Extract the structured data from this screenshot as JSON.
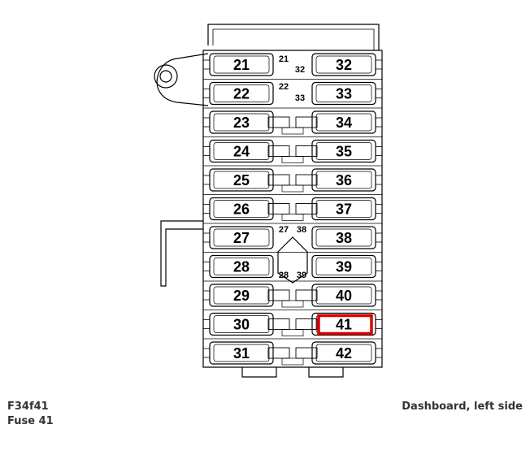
{
  "caption": {
    "code": "F34f41",
    "fuse_label": "Fuse 41",
    "location": "Dashboard, left side"
  },
  "fuses": {
    "left": [
      "21",
      "22",
      "23",
      "24",
      "25",
      "26",
      "27",
      "28",
      "29",
      "30",
      "31"
    ],
    "right": [
      "32",
      "33",
      "34",
      "35",
      "36",
      "37",
      "38",
      "39",
      "40",
      "41",
      "42"
    ]
  },
  "center_labels": {
    "a": "21",
    "b": "32",
    "c": "22",
    "d": "33",
    "e": "27",
    "f": "38",
    "g": "28",
    "h": "39"
  },
  "highlight": {
    "fuse": "41",
    "color": "#dd0000"
  }
}
